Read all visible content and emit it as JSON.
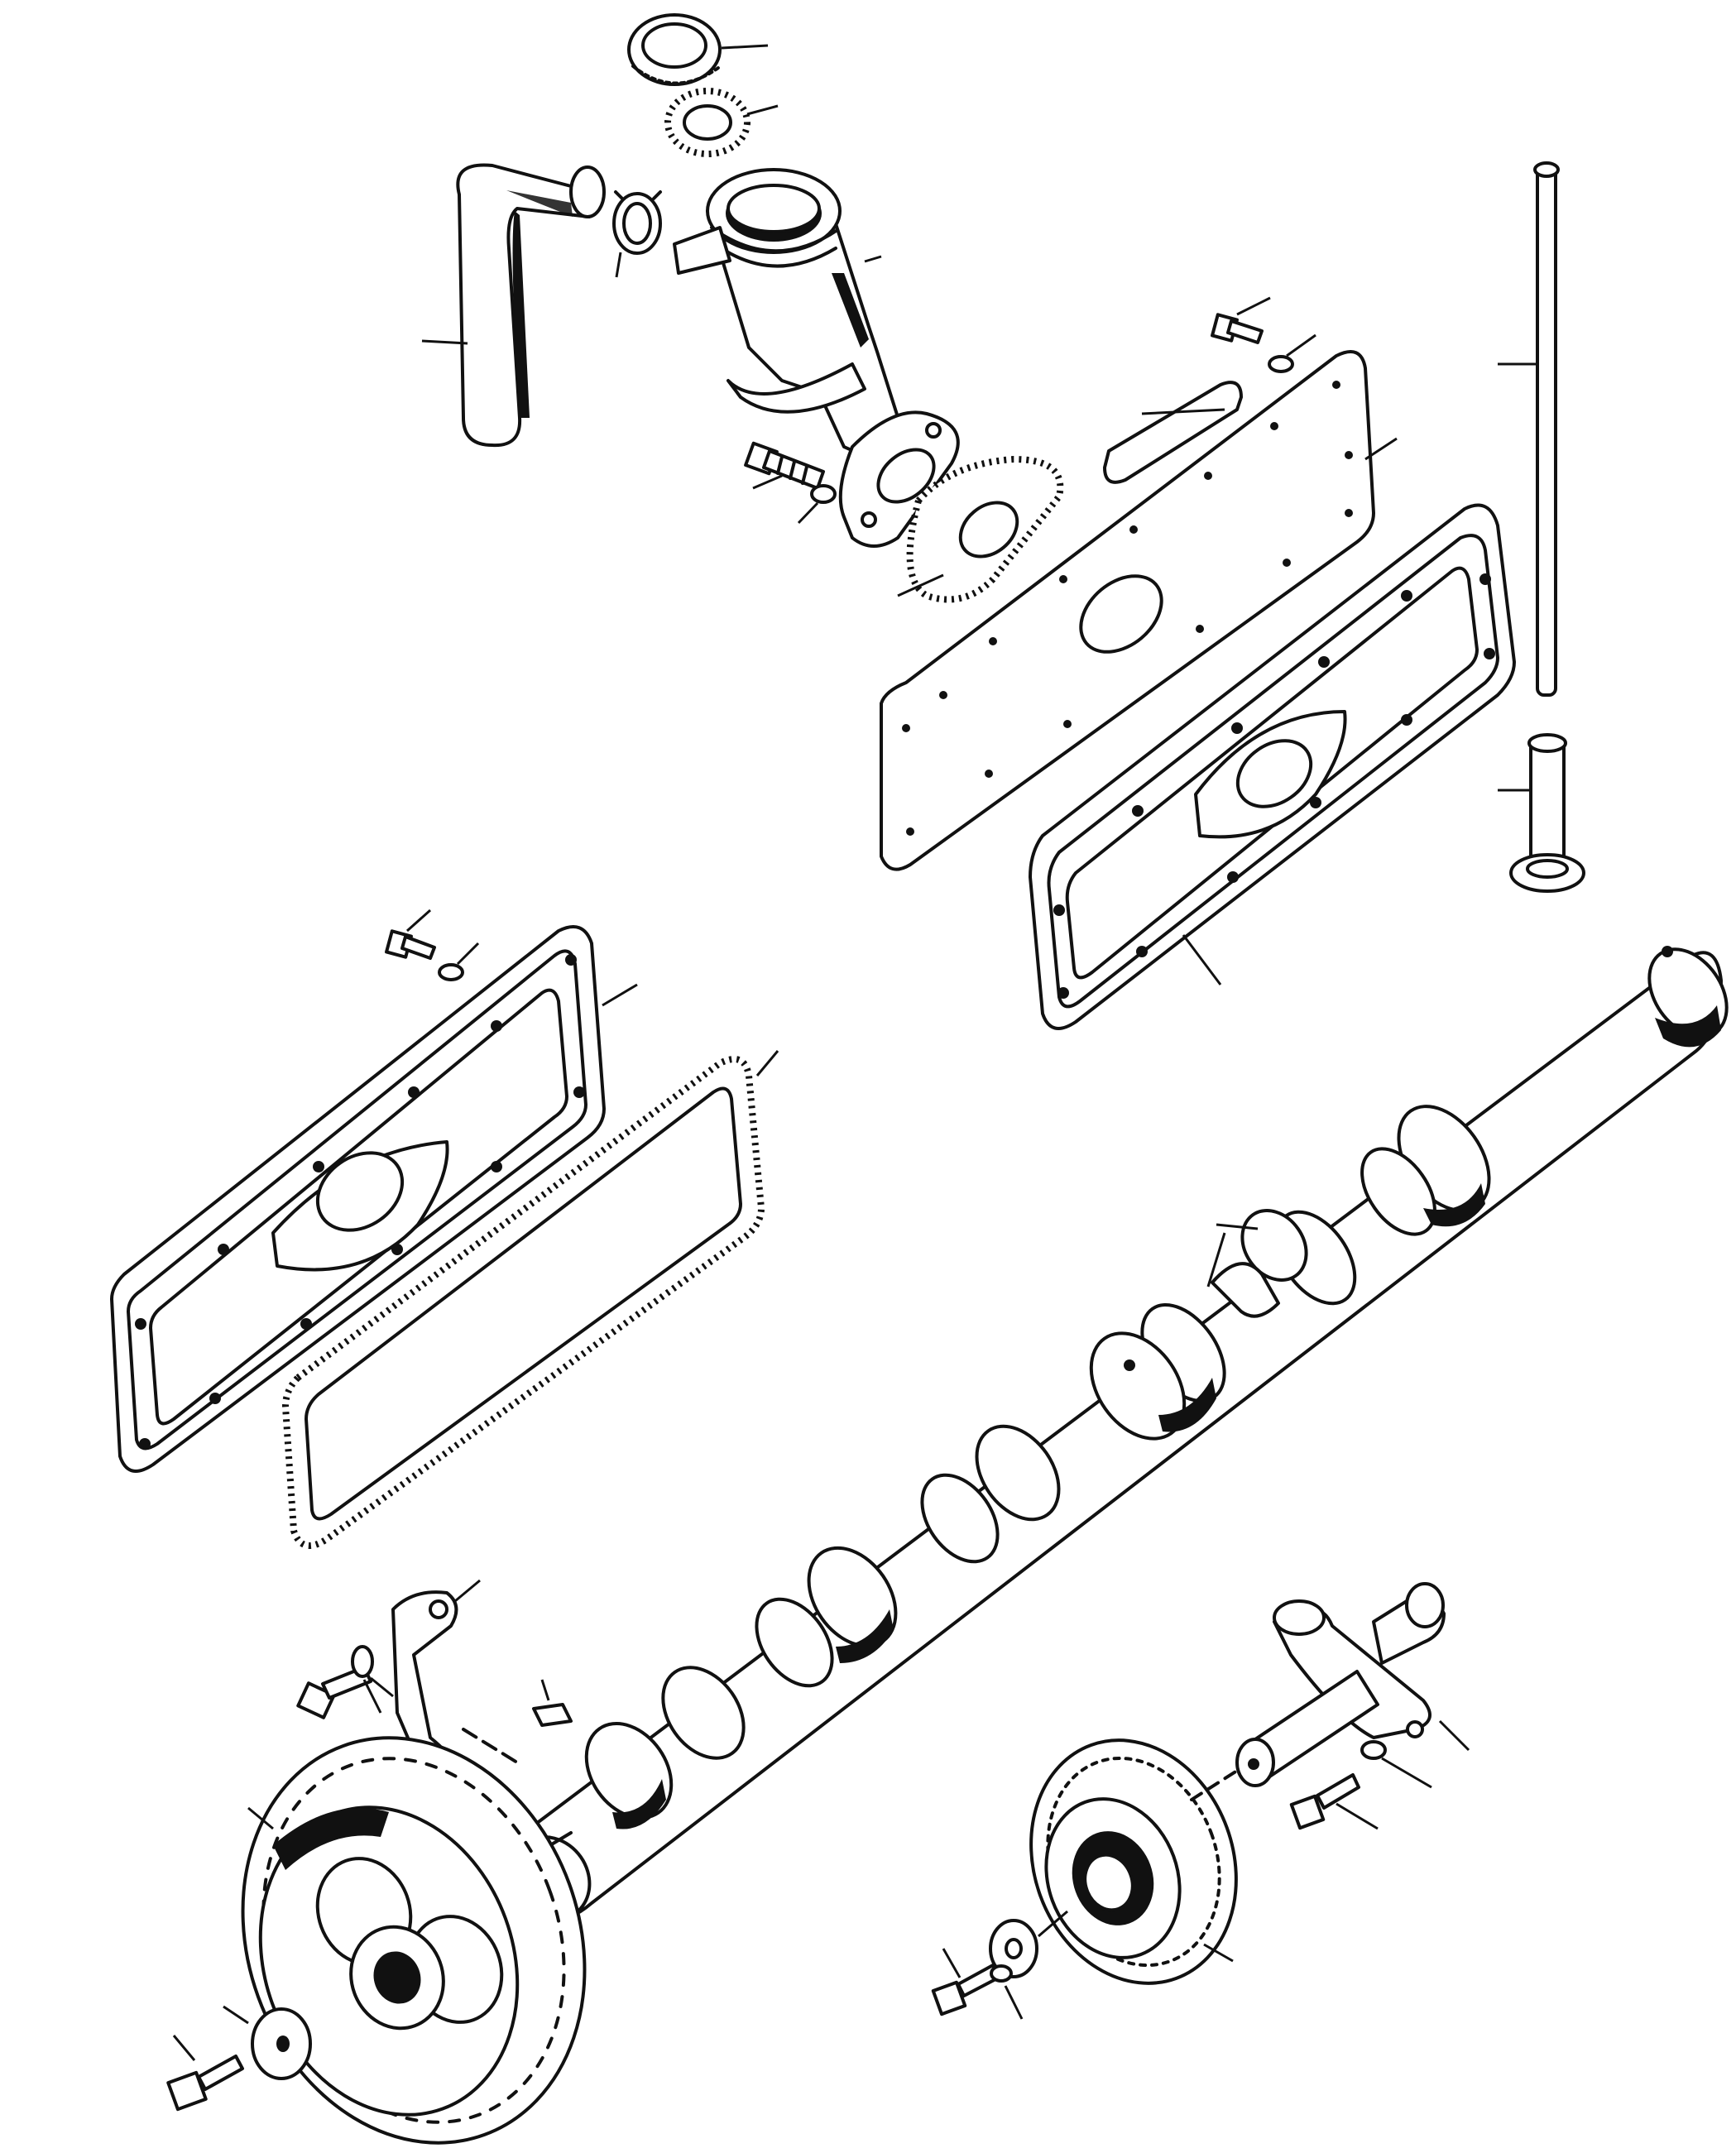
{
  "diagram": {
    "type": "exploded-parts-view",
    "printed_text": [],
    "parts": [
      {
        "id": "filler-cap"
      },
      {
        "id": "filler-cap-seal"
      },
      {
        "id": "breather-hose"
      },
      {
        "id": "hose-clip"
      },
      {
        "id": "oil-filler-elbow"
      },
      {
        "id": "elbow-flange-bolt"
      },
      {
        "id": "elbow-flange-washer"
      },
      {
        "id": "elbow-flange-gasket"
      },
      {
        "id": "cover-plate-bolt"
      },
      {
        "id": "cover-plate-washer"
      },
      {
        "id": "reinforcing-strip"
      },
      {
        "id": "tappet-cover-plate"
      },
      {
        "id": "tappet-cover-gasket-right"
      },
      {
        "id": "push-rod"
      },
      {
        "id": "tappet"
      },
      {
        "id": "side-cover-bolt"
      },
      {
        "id": "side-cover-washer"
      },
      {
        "id": "side-cover-left"
      },
      {
        "id": "side-cover-gasket-left"
      },
      {
        "id": "camshaft"
      },
      {
        "id": "camshaft-key"
      },
      {
        "id": "thrust-plate"
      },
      {
        "id": "thrust-plate-screw"
      },
      {
        "id": "thrust-plate-washer"
      },
      {
        "id": "camshaft-gear"
      },
      {
        "id": "camshaft-gear-washer"
      },
      {
        "id": "camshaft-gear-bolt"
      },
      {
        "id": "idler-gear"
      },
      {
        "id": "idler-spindle"
      },
      {
        "id": "idler-washer"
      },
      {
        "id": "idler-bolt"
      },
      {
        "id": "spindle-bolt"
      },
      {
        "id": "spindle-washer"
      }
    ]
  }
}
